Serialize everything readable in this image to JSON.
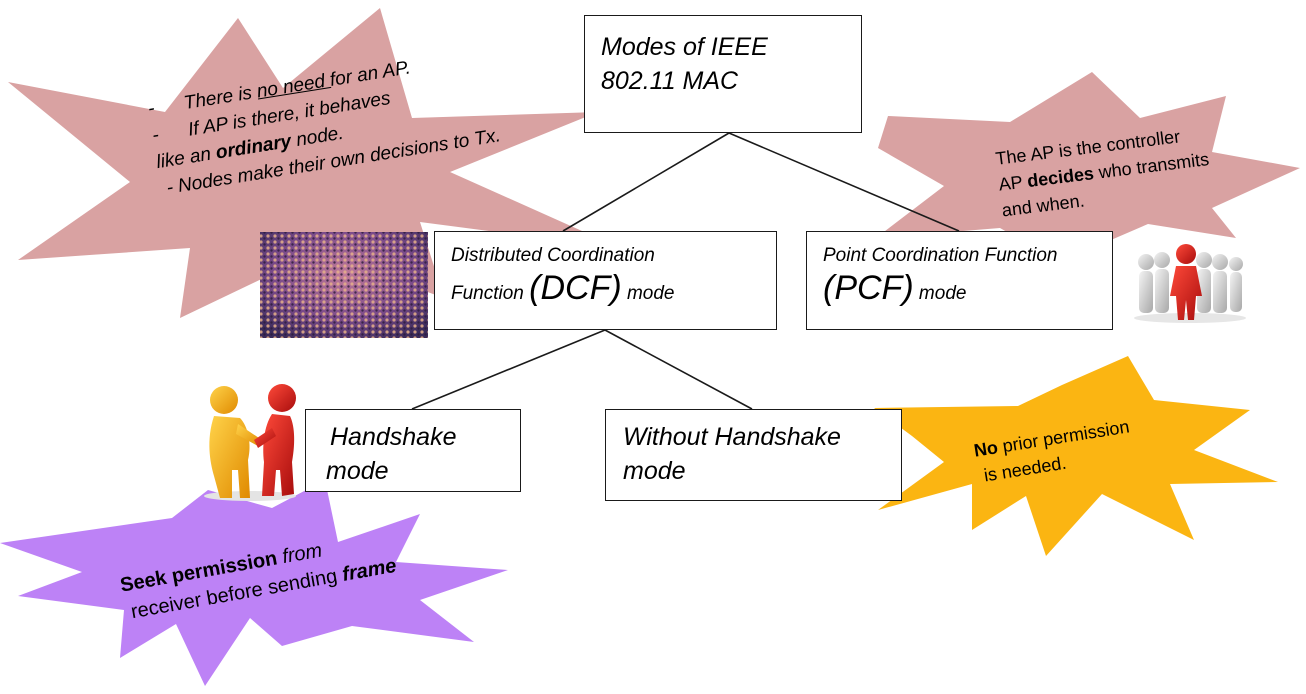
{
  "diagram": {
    "root": {
      "line1": "Modes of IEEE",
      "line2": "802.11 MAC"
    },
    "dcf": {
      "line1": "Distributed Coordination",
      "pre": "Function ",
      "acronym": "(DCF)",
      "post": " mode"
    },
    "pcf": {
      "line1": "Point Coordination Function",
      "acronym": "(PCF)",
      "post": " mode"
    },
    "handshake": {
      "line1": "Handshake",
      "line2": "mode"
    },
    "without": {
      "line1": "Without Handshake",
      "line2": "mode"
    }
  },
  "callouts": {
    "dcf_note": {
      "bullet": "-",
      "l1_pre": "There is ",
      "l1_u": "no need ",
      "l1_post": "for an AP.",
      "l2": "If AP is there, it behaves",
      "l3_pre": "like an ",
      "l3_b": "ordinary",
      "l3_post": " node.",
      "l4": "- Nodes make their own decisions to Tx."
    },
    "pcf_note": {
      "l1": "The AP is the controller",
      "l2_pre": "AP ",
      "l2_b": "decides",
      "l2_post": " who transmits",
      "l3": "and when."
    },
    "handshake_note": {
      "l1_b": "Seek permission",
      "l1_post": " from",
      "l2_pre": "receiver before sending ",
      "l2_b": "frame"
    },
    "without_note": {
      "l1_b": "No",
      "l1_post": " prior permission",
      "l2": "is needed."
    }
  },
  "colors": {
    "pink_burst": "#d9a2a2",
    "purple_burst": "#bd82f6",
    "yellow_burst": "#fbb512",
    "line": "#1a1a1a"
  },
  "icons": [
    "crowd-image",
    "handshake-figures-icon",
    "leader-group-icon"
  ]
}
